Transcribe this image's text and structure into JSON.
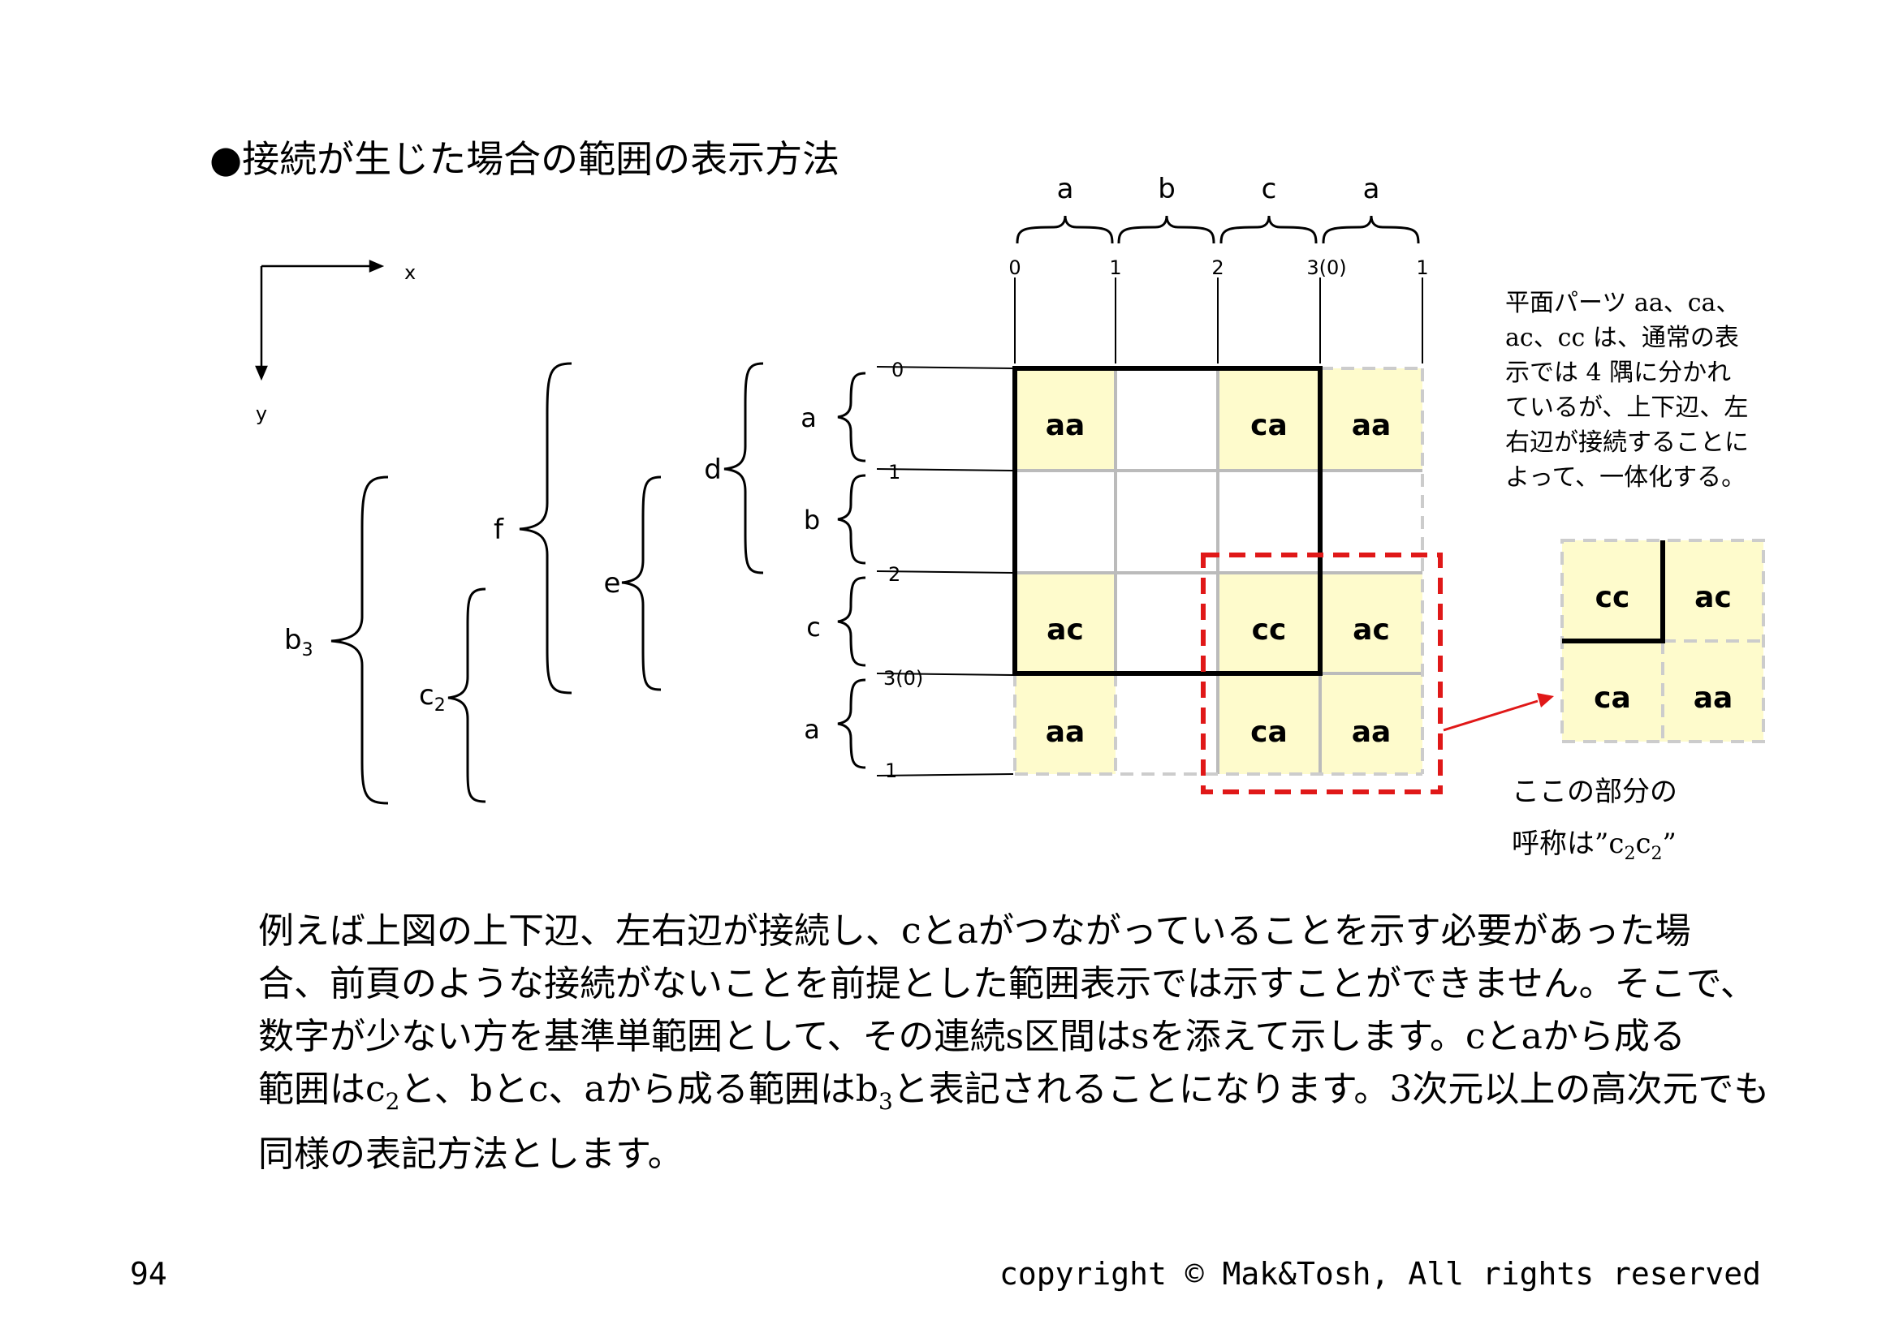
{
  "heading": "●接続が生じた場合の範囲の表示方法",
  "axes": {
    "x": "x",
    "y": "y"
  },
  "top_segments": [
    "a",
    "b",
    "c",
    "a"
  ],
  "top_ticks": [
    "0",
    "1",
    "2",
    "3(0)",
    "1"
  ],
  "left_segments": [
    "a",
    "b",
    "c",
    "a"
  ],
  "left_ticks": [
    "0",
    "1",
    "2",
    "3(0)",
    "1"
  ],
  "range_braces": {
    "d": "d",
    "e": "e",
    "f": "f",
    "b3": "b",
    "b3_sub": "3",
    "c2": "c",
    "c2_sub": "2"
  },
  "grid_cells": [
    [
      "aa",
      "",
      "ca",
      "aa"
    ],
    [
      "",
      "",
      "",
      ""
    ],
    [
      "ac",
      "",
      "cc",
      "ac"
    ],
    [
      "aa",
      "",
      "ca",
      "aa"
    ]
  ],
  "inset_cells": [
    [
      "cc",
      "ac"
    ],
    [
      "ca",
      "aa"
    ]
  ],
  "side_note": [
    "平面パーツ aa、ca、",
    "ac、cc は、通常の表",
    "示では 4 隅に分かれ",
    "ているが、上下辺、左",
    "右辺が接続することに",
    "よって、一体化する。"
  ],
  "callout_note": {
    "line1": "ここの部分の",
    "line2_prefix": "呼称は”c",
    "sub1": "2",
    "mid": "c",
    "sub2": "2",
    "suffix": "”"
  },
  "body": {
    "line1": "例えば上図の上下辺、左右辺が接続し、cとaがつながっていることを示す必要があった場",
    "line2": "合、前頁のような接続がないことを前提とした範囲表示では示すことができません。そこで、",
    "line3": "数字が少ない方を基準単範囲として、その連続s区間はsを添えて示します。cとaから成る",
    "line4_a": "範囲はc",
    "line4_sub1": "2",
    "line4_b": "と、bとc、aから成る範囲はb",
    "line4_sub2": "3",
    "line4_c": "と表記されることになります。3次元以上の高次元でも",
    "line5": "同様の表記方法とします。"
  },
  "footer": {
    "page_number": "94",
    "copyright": "copyright ©  Mak&Tosh, All rights reserved"
  },
  "colors": {
    "cell_fill": "#fefbcc",
    "grid_gray": "#bbbbbb",
    "highlight_red": "#e01818",
    "frame": "#000000"
  }
}
